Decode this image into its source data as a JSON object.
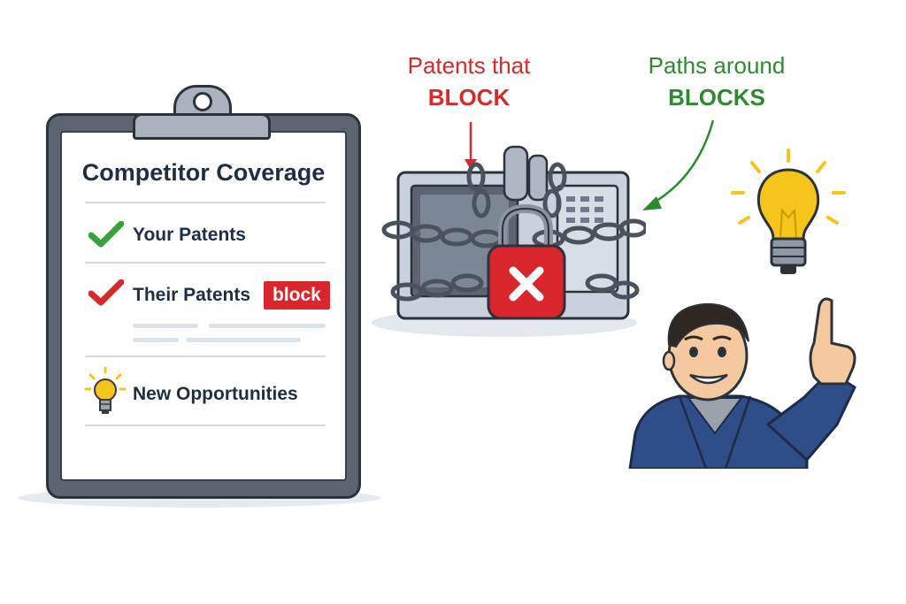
{
  "clipboard": {
    "title": "Competitor Coverage",
    "items": [
      {
        "label": "Your Patents",
        "icon": "green-check-icon"
      },
      {
        "label": "Their Patents",
        "icon": "red-check-icon",
        "badge": "block"
      },
      {
        "label": "New Opportunities",
        "icon": "lightbulb-icon"
      }
    ]
  },
  "labels": {
    "block_line1": "Patents that",
    "block_line2": "BLOCK",
    "paths_line1": "Paths around",
    "paths_line2": "BLOCKS"
  },
  "colors": {
    "red": "#d42b2b",
    "green": "#2f8a2f",
    "navy": "#1f2d45",
    "lightbulb": "#f6c51b"
  },
  "icons": [
    "green-check-icon",
    "red-check-icon",
    "lightbulb-icon",
    "chained-machine-icon",
    "padlock-icon",
    "idea-lightbulb-icon",
    "person-pointing-icon"
  ]
}
